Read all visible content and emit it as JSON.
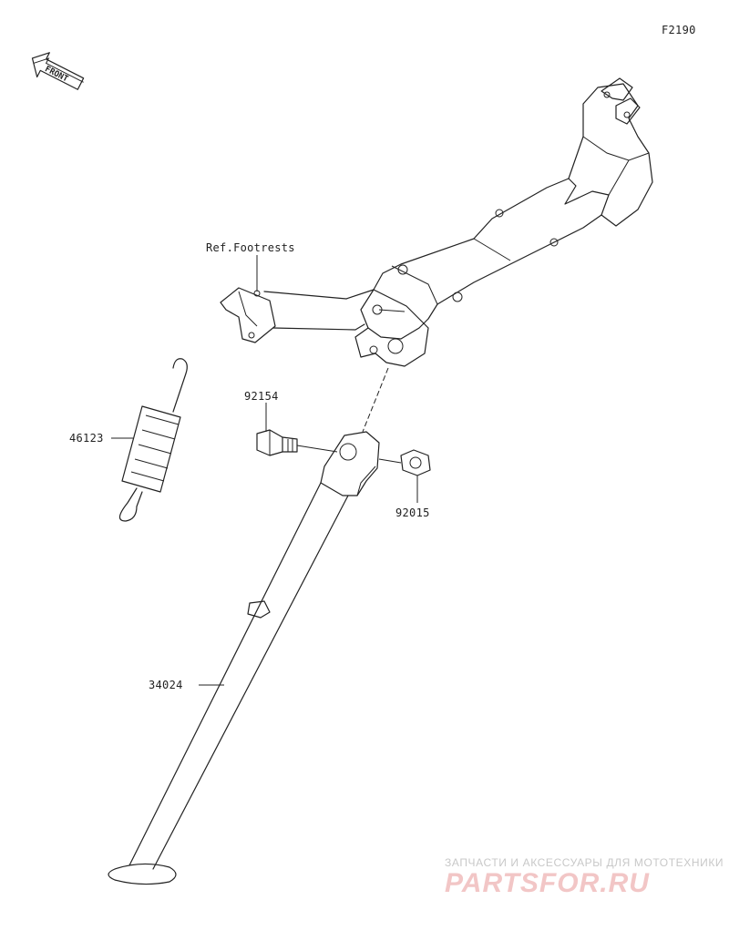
{
  "figure": {
    "code": "F2190"
  },
  "front_badge": {
    "text": "FRONT"
  },
  "reference": {
    "label": "Ref.Footrests"
  },
  "parts": [
    {
      "number": "92154",
      "name": "bolt"
    },
    {
      "number": "46123",
      "name": "spring"
    },
    {
      "number": "92015",
      "name": "nut"
    },
    {
      "number": "34024",
      "name": "side-stand"
    }
  ],
  "watermark": {
    "top_text": "ЗАПЧАСТИ И АКСЕССУАРЫ ДЛЯ МОТОТЕХНИКИ",
    "logo_text": "PARTSFOR.RU",
    "color": "#e8a0a0"
  }
}
